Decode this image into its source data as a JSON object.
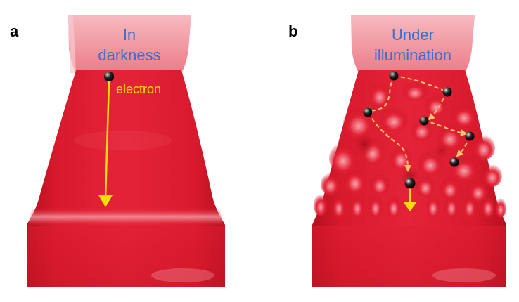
{
  "panels": {
    "a": {
      "letter": "a",
      "title_line1": "In",
      "title_line2": "darkness",
      "electron_label": "electron"
    },
    "b": {
      "letter": "b",
      "title_line1": "Under",
      "title_line2": "illumination"
    }
  },
  "colors": {
    "surface_red": "#e01e32",
    "surface_dark": "#b5101f",
    "top_pink": "#f2a1a9",
    "title_blue": "#3a6fd0",
    "arrow_yellow": "#f2e100",
    "path_orange": "#f5c66a",
    "electron_black": "#111111"
  },
  "icons": {
    "electron": "black-sphere",
    "trajectory": "dashed-arrow"
  }
}
